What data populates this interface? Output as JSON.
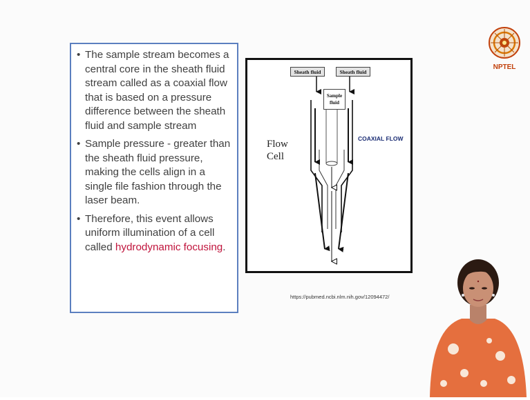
{
  "slide": {
    "bullets": [
      {
        "text": "The sample stream becomes a central core in the sheath fluid stream called as a coaxial flow that is based on a pressure difference between the sheath fluid and sample stream"
      },
      {
        "text": "Sample pressure - greater than the sheath fluid pressure, making the cells align in a single file fashion through the laser beam."
      },
      {
        "text": "Therefore, this event allows uniform illumination of a cell called ",
        "highlight": "hydrodynamic focusing",
        "after": "."
      }
    ],
    "bullet_symbol": "•",
    "highlight_color": "#c0143c",
    "box_border_color": "#5b7fbf"
  },
  "diagram": {
    "sheath_left": "Sheath fluid",
    "sheath_right": "Sheath fluid",
    "sample_line1": "Sample",
    "sample_line2": "fluid",
    "flow_line1": "Flow",
    "flow_line2": "Cell",
    "coaxial": "COAXIAL FLOW"
  },
  "source": "https://pubmed.ncbi.nlm.nih.gov/12094472/",
  "logo": {
    "text": "NPTEL",
    "color": "#c2410c"
  },
  "presenter": {
    "icon": "presenter-video"
  }
}
